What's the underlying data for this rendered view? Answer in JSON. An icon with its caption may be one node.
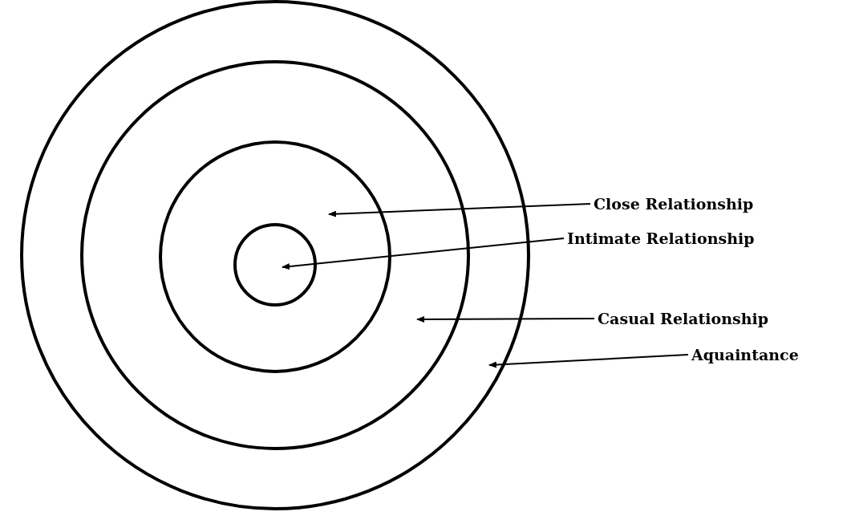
{
  "diagram": {
    "nodes": [
      {
        "text": [],
        "shape": "circle"
      },
      {
        "text": [],
        "shape": "circle",
        "in": 0
      },
      {
        "text": [],
        "shape": "circle",
        "in": 1
      },
      {
        "text": [],
        "shape": "circle",
        "in": 2
      },
      {
        "text": [
          "Close Relationship"
        ]
      },
      {
        "text": [
          "Intimate Relationship"
        ]
      },
      {
        "text": [
          "Casual Relationship"
        ]
      },
      {
        "text": [
          "Aquaintance"
        ]
      }
    ],
    "edges": [
      {
        "from": 4,
        "to": 2,
        "arrow": "to"
      },
      {
        "from": 5,
        "to": 3,
        "arrow": "to"
      },
      {
        "from": 6,
        "to": 1,
        "arrow": "to"
      },
      {
        "from": 7,
        "to": 0,
        "arrow": "to"
      }
    ]
  }
}
